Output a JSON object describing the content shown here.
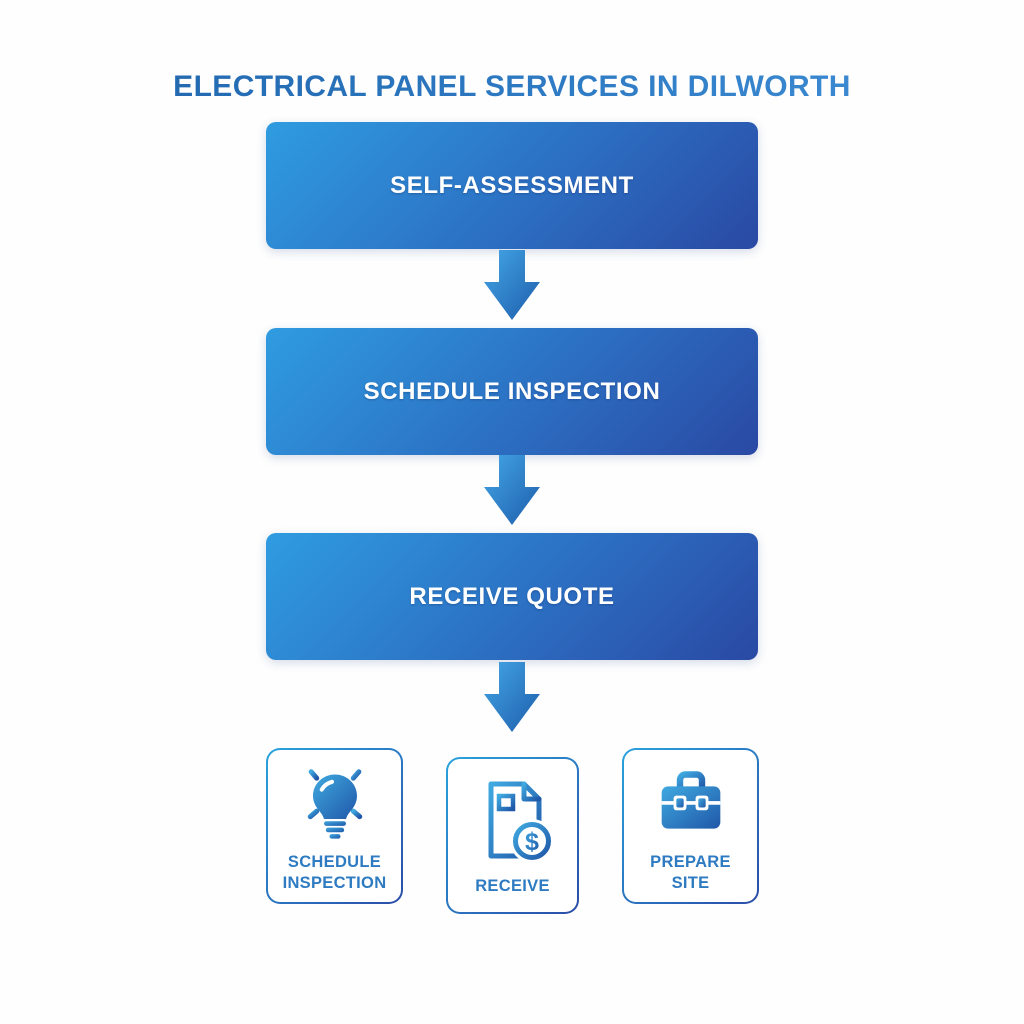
{
  "title": "ELECTRICAL PANEL SERVICES IN DILWORTH",
  "flow_steps": [
    {
      "label": "SELF-ASSESSMENT"
    },
    {
      "label": "SCHEDULE INSPECTION"
    },
    {
      "label": "RECEIVE QUOTE"
    }
  ],
  "connectors": [
    {
      "icon": "down-arrow-icon"
    },
    {
      "icon": "down-arrow-icon"
    },
    {
      "icon": "down-arrow-icon"
    }
  ],
  "cards": [
    {
      "label": "SCHEDULE INSPECTION",
      "icon": "lightbulb-icon"
    },
    {
      "label": "RECEIVE",
      "icon": "invoice-dollar-icon"
    },
    {
      "label": "PREPARE SITE",
      "icon": "toolbox-icon"
    }
  ],
  "colors": {
    "title_gradient_start": "#1e62a8",
    "title_gradient_end": "#4190d8",
    "box_gradient_start": "#2f9ce0",
    "box_gradient_end": "#2a49a4",
    "box_text": "#ffffff",
    "arrow_gradient_start": "#44a7e6",
    "arrow_gradient_end": "#1d5cab",
    "card_border_start": "#29a3dc",
    "card_border_end": "#2b4da8",
    "card_label": "#2e7bc2",
    "icon_gradient_start": "#3fa9e0",
    "icon_gradient_end": "#2057a8",
    "background": "#ffffff"
  }
}
